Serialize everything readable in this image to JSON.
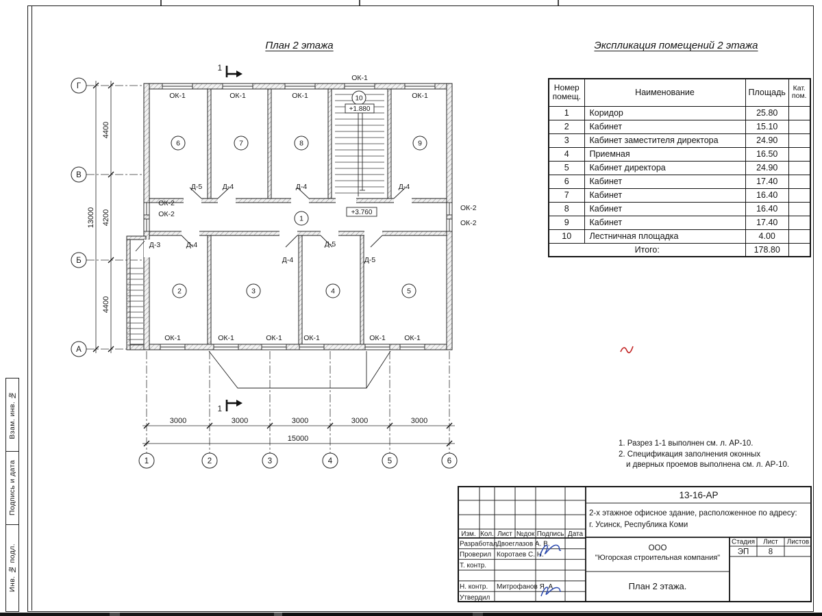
{
  "titles": {
    "plan": "План 2 этажа",
    "schedule": "Экспликация помещений 2 этажа"
  },
  "plan": {
    "labels": {
      "ok1": "ОК-1",
      "ok2": "ОК-2",
      "d3": "Д-3",
      "d4": "Д-4",
      "d5": "Д-5"
    },
    "elevations": {
      "stair": "+1.880",
      "corridor": "+3.760"
    },
    "rooms": [
      "1",
      "2",
      "3",
      "4",
      "5",
      "6",
      "7",
      "8",
      "9",
      "10"
    ],
    "axes_rows": [
      "Г",
      "В",
      "Б",
      "А"
    ],
    "axes_cols": [
      "1",
      "2",
      "3",
      "4",
      "5",
      "6"
    ],
    "dims": {
      "v_segments": [
        "4400",
        "4200",
        "4400"
      ],
      "v_total": "13000",
      "h_segments": [
        "3000",
        "3000",
        "3000",
        "3000",
        "3000"
      ],
      "h_total": "15000"
    },
    "section_label": "1"
  },
  "schedule": {
    "header": {
      "num_line1": "Номер",
      "num_line2": "помещ.",
      "name": "Наименование",
      "area": "Площадь",
      "cat_line1": "Кат.",
      "cat_line2": "пом."
    },
    "rows": [
      {
        "num": "1",
        "name": "Коридор",
        "area": "25.80"
      },
      {
        "num": "2",
        "name": "Кабинет",
        "area": "15.10"
      },
      {
        "num": "3",
        "name": "Кабинет заместителя директора",
        "area": "24.90"
      },
      {
        "num": "4",
        "name": "Приемная",
        "area": "16.50"
      },
      {
        "num": "5",
        "name": "Кабинет директора",
        "area": "24.90"
      },
      {
        "num": "6",
        "name": "Кабинет",
        "area": "17.40"
      },
      {
        "num": "7",
        "name": "Кабинет",
        "area": "16.40"
      },
      {
        "num": "8",
        "name": "Кабинет",
        "area": "16.40"
      },
      {
        "num": "9",
        "name": "Кабинет",
        "area": "17.40"
      },
      {
        "num": "10",
        "name": "Лестничная площадка",
        "area": "4.00"
      }
    ],
    "total_label": "Итого:",
    "total_value": "178.80"
  },
  "notes": {
    "line1": "1. Разрез 1-1 выполнен см. л. АР-10.",
    "line2": "2. Спецификация заполнения оконных",
    "line3": "и дверных проемов выполнена см. л. АР-10."
  },
  "titleblock": {
    "doc_number": "13-16-АР",
    "desc_line1": "2-х этажное офисное здание, расположенное по адресу:",
    "desc_line2": "г. Усинск, Республика Коми",
    "cols": {
      "izm": "Изм.",
      "kol": "Кол.",
      "list": "Лист",
      "ndok": "№док",
      "podpis": "Подпись",
      "data": "Дата"
    },
    "signers": [
      {
        "role": "Разработал",
        "name": "Двоеглазов А. В."
      },
      {
        "role": "Проверил",
        "name": "Коротаев С. Н."
      },
      {
        "role": "Т. контр.",
        "name": ""
      },
      {
        "role": "Н. контр.",
        "name": "Митрофанов Я. А."
      },
      {
        "role": "Утвердил",
        "name": ""
      }
    ],
    "org_line1": "ООО",
    "org_line2": "\"Югорская строительная компания\"",
    "sheet_title": "План 2 этажа.",
    "stage_label": "Стадия",
    "list_label": "Лист",
    "listov_label": "Листов",
    "stage_value": "ЭП",
    "list_value": "8",
    "listov_value": ""
  },
  "side_column": {
    "box_top": "Взам. инв. №",
    "box_mid": "Подпись и дата",
    "box_bottom": "Инв. № подл."
  }
}
